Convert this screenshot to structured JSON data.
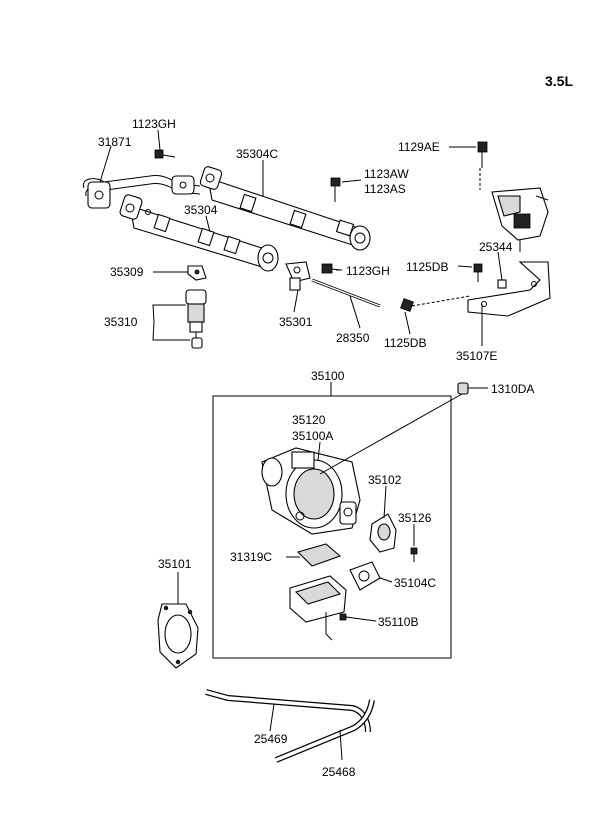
{
  "engine": "3.5L",
  "labels": {
    "p1123GH_a": "1123GH",
    "p31871": "31871",
    "p35304C": "35304C",
    "p1123AW": "1123AW",
    "p1123AS": "1123AS",
    "p1129AE": "1129AE",
    "p35304": "35304",
    "p25344": "25344",
    "p1125DB_a": "1125DB",
    "p35309": "35309",
    "p1123GH_b": "1123GH",
    "p35310": "35310",
    "p35301": "35301",
    "p28350": "28350",
    "p1125DB_b": "1125DB",
    "p35107E": "35107E",
    "p35100": "35100",
    "p1310DA": "1310DA",
    "p35120": "35120",
    "p35100A": "35100A",
    "p35102": "35102",
    "p35126": "35126",
    "p35101": "35101",
    "p31319C": "31319C",
    "p35104C": "35104C",
    "p35110B": "35110B",
    "p25469": "25469",
    "p25468": "25468"
  }
}
